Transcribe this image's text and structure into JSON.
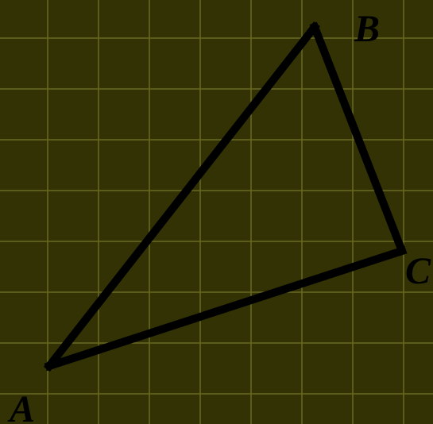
{
  "colors": {
    "background": "#323204",
    "grid": "#6a6a22",
    "edges": "#000000",
    "labels": "#000000"
  },
  "diagram": {
    "vertices": [
      {
        "id": "A",
        "label": "A"
      },
      {
        "id": "B",
        "label": "B"
      },
      {
        "id": "C",
        "label": "C"
      }
    ]
  }
}
